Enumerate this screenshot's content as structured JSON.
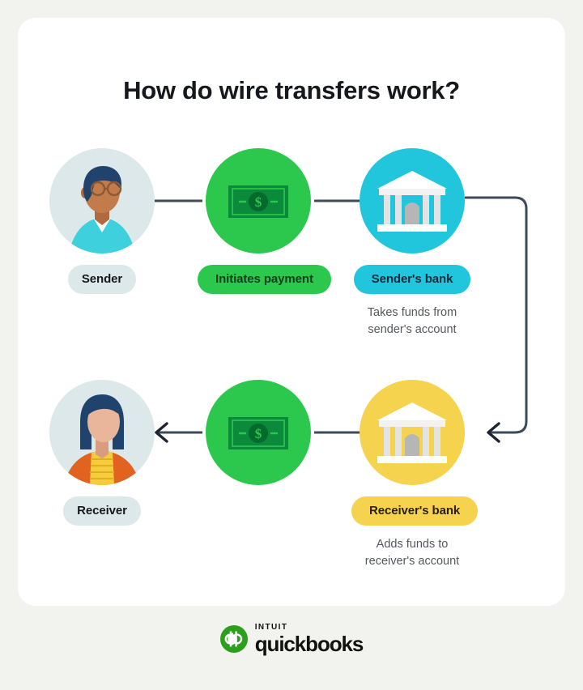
{
  "title": "How do wire transfers work?",
  "colors": {
    "page_background": "#f2f2ee",
    "card_background": "#ffffff",
    "avatar_circle": "#dde8ea",
    "money_circle": "#2cc84d",
    "money_bill": "#0b8a3c",
    "sender_bank_circle": "#22c6dc",
    "receiver_bank_circle": "#f5d34f",
    "connector": "#3c4a5a",
    "title_text": "#16181d",
    "caption_text": "#55585e",
    "logo_green": "#2ca01c"
  },
  "flow": {
    "sender": {
      "icon": "person-avatar-icon",
      "label": "Sender",
      "caption": ""
    },
    "initiates_payment": {
      "icon": "banknote-dollar-icon",
      "label": "Initiates payment",
      "caption": ""
    },
    "senders_bank": {
      "icon": "bank-building-icon",
      "label": "Sender's bank",
      "caption": "Takes funds from\nsender's account"
    },
    "receivers_bank": {
      "icon": "bank-building-icon",
      "label": "Receiver's bank",
      "caption": "Adds funds to\nreceiver's account"
    },
    "transfers_payment": {
      "icon": "banknote-dollar-icon",
      "label": "",
      "caption": ""
    },
    "receiver": {
      "icon": "person-avatar-icon",
      "label": "Receiver",
      "caption": ""
    }
  },
  "footer": {
    "brand_top": "INTUIT",
    "brand_name": "quickbooks",
    "mark_text": "qb"
  }
}
